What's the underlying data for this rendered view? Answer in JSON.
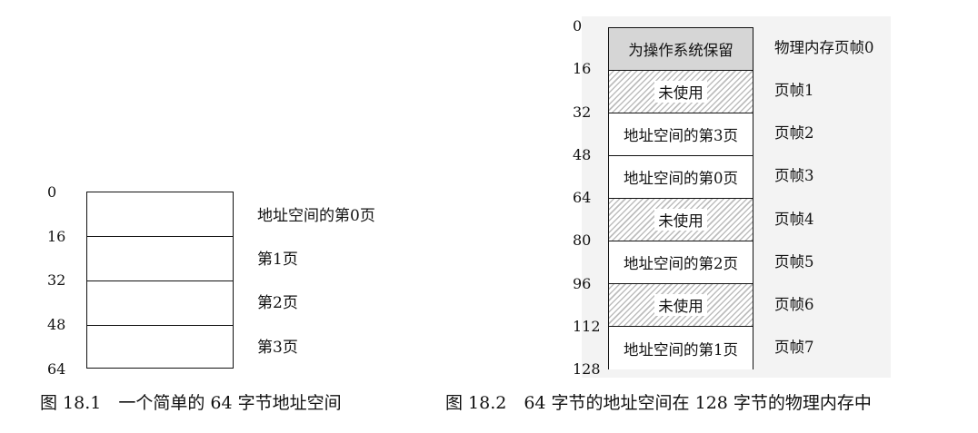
{
  "figure1": {
    "ticks": [
      "0",
      "16",
      "32",
      "48",
      "64"
    ],
    "pages": [
      "地址空间的第0页",
      "第1页",
      "第2页",
      "第3页"
    ],
    "caption": "图 18.1　一个简单的 64 字节地址空间"
  },
  "figure2": {
    "ticks": [
      "0",
      "16",
      "32",
      "48",
      "64",
      "80",
      "96",
      "112",
      "128"
    ],
    "cells": [
      {
        "label": "为操作系统保留",
        "kind": "os"
      },
      {
        "label": "未使用",
        "kind": "unused"
      },
      {
        "label": "地址空间的第3页",
        "kind": "page"
      },
      {
        "label": "地址空间的第0页",
        "kind": "page"
      },
      {
        "label": "未使用",
        "kind": "unused"
      },
      {
        "label": "地址空间的第2页",
        "kind": "page"
      },
      {
        "label": "未使用",
        "kind": "unused"
      },
      {
        "label": "地址空间的第1页",
        "kind": "page"
      }
    ],
    "frames": [
      "物理内存页帧0",
      "页帧1",
      "页帧2",
      "页帧3",
      "页帧4",
      "页帧5",
      "页帧6",
      "页帧7"
    ],
    "caption": "图 18.2　64 字节的地址空间在 128 字节的物理内存中"
  },
  "colors": {
    "os_reserved": "#d6d6d6",
    "unused_hatch": "#bdbdbd",
    "border": "#111111"
  }
}
